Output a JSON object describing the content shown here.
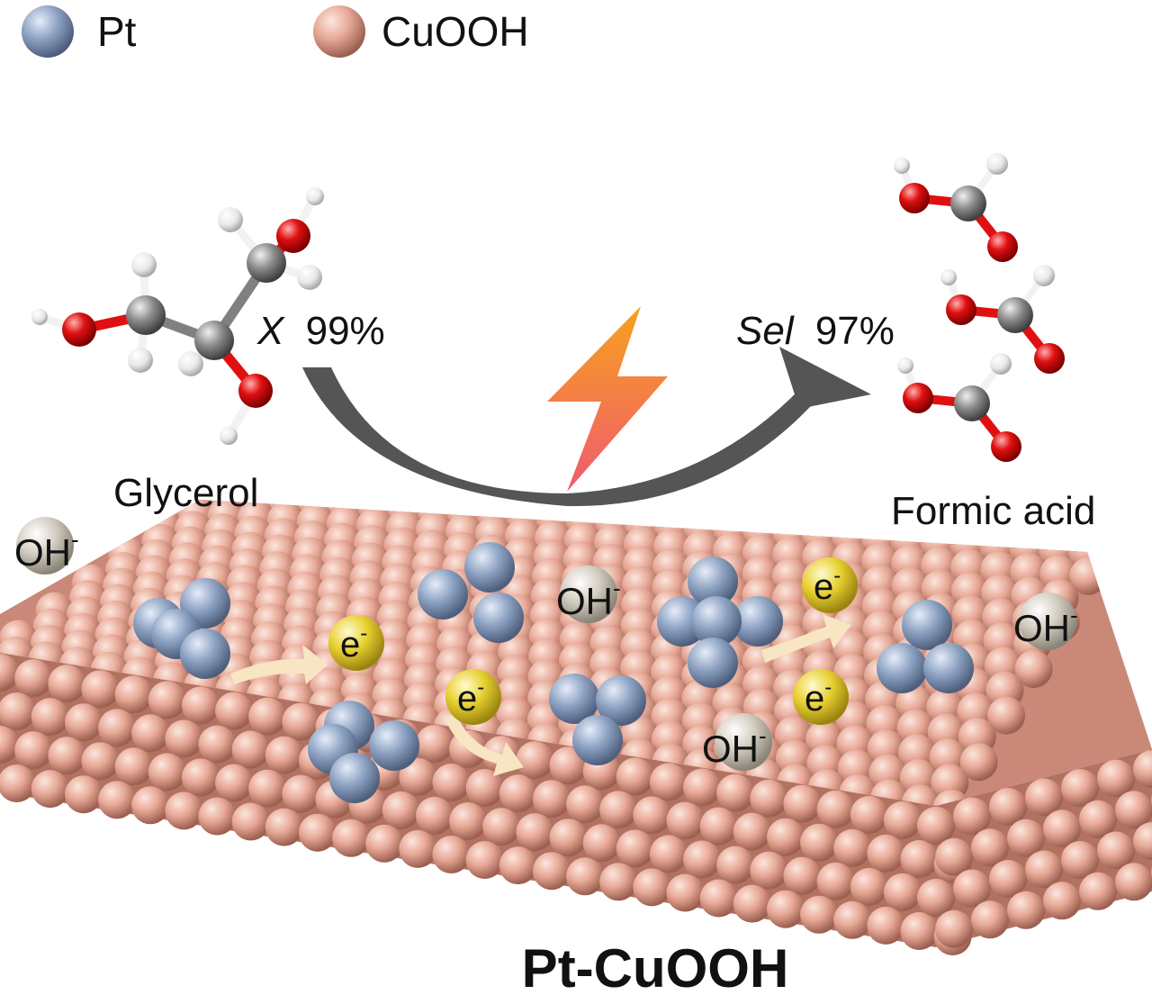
{
  "legend": {
    "pt": {
      "label": "Pt",
      "color": "#8ea3c4"
    },
    "cuooh": {
      "label": "CuOOH",
      "color": "#f2b8a5"
    }
  },
  "reactant": {
    "name": "Glycerol",
    "conversion_symbol": "X",
    "conversion_value": "99%"
  },
  "product": {
    "name": "Formic acid",
    "selectivity_symbol": "Sel",
    "selectivity_value": "97%"
  },
  "species": {
    "hydroxide": "OH",
    "hydroxide_charge": "-",
    "electron": "e",
    "electron_charge": "-"
  },
  "catalyst_label": "Pt-CuOOH",
  "colors": {
    "carbon": "#808080",
    "oxygen": "#e01010",
    "hydrogen": "#f2f2f2",
    "electron": "#e8d030",
    "hydroxide": "#d2ccc0",
    "arrow": "#555555",
    "bolt_top": "#f7a21c",
    "bolt_bottom": "#f05a70",
    "flow": "#f8e6c2"
  }
}
